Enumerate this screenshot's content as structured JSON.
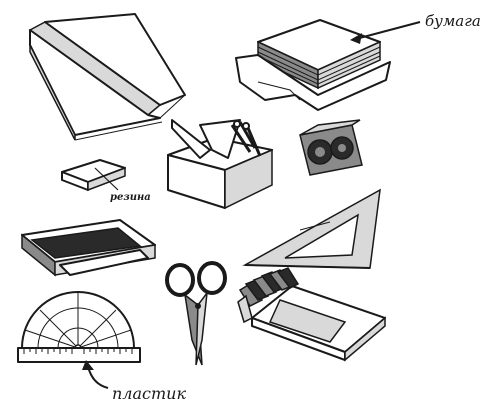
{
  "labels": {
    "paper": "бумага",
    "rubber": "резина",
    "plastic": "пластик"
  },
  "colors": {
    "ink": "#1a1a1a",
    "background": "#ffffff"
  }
}
